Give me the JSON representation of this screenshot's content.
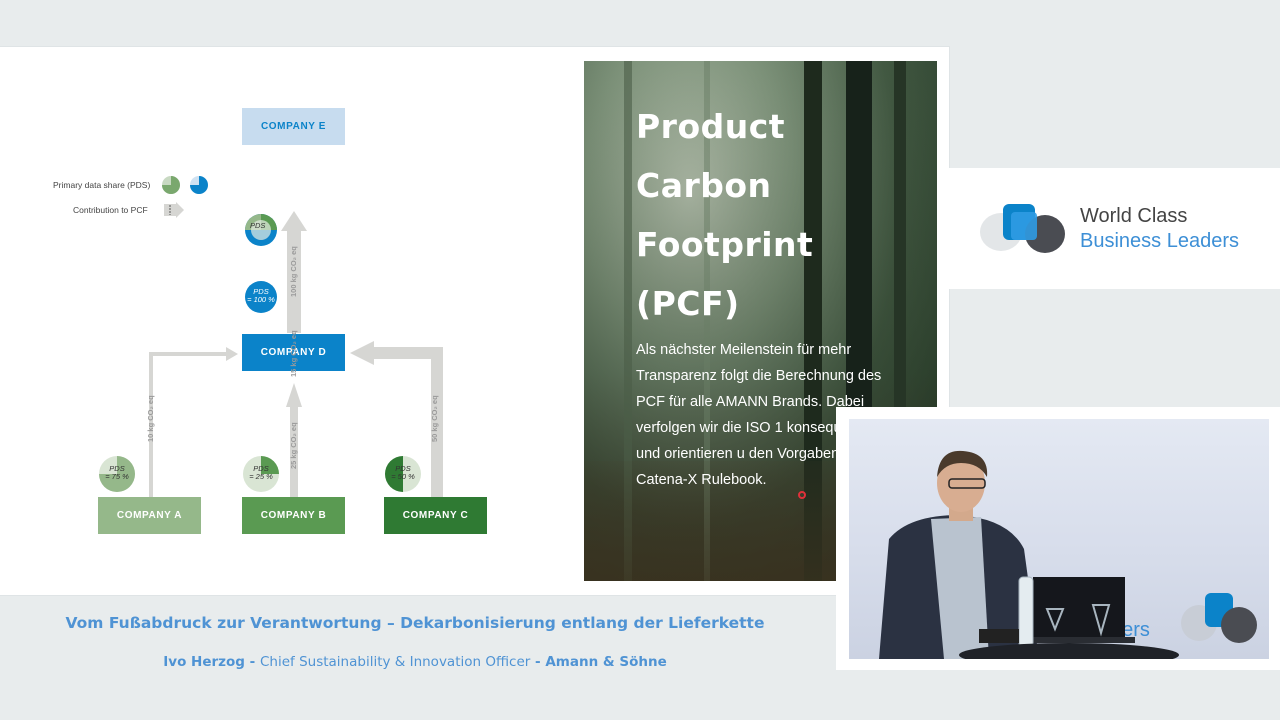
{
  "slide": {
    "legend": {
      "pds_label": "Primary data share (PDS)",
      "contribution_label": "Contribution to PCF"
    },
    "companies": {
      "e": "COMPANY E",
      "d": "COMPANY D",
      "a": "COMPANY A",
      "b": "COMPANY B",
      "c": "COMPANY C"
    },
    "pds": {
      "e_sub": "PDS",
      "d": "PDS",
      "d_value": "= 100 %",
      "a": "PDS",
      "a_value": "= 75 %",
      "b": "PDS",
      "b_value": "= 25 %",
      "c": "PDS",
      "c_value": "= 50 %"
    },
    "flows": {
      "top_right": "100 kg CO₂ eq",
      "top_left": "15 kg CO₂ eq",
      "a": "10 kg CO₂ eq",
      "b": "25 kg CO₂ eq",
      "c": "50 kg CO₂ eq"
    },
    "panel": {
      "title_lines": [
        "Product",
        "Carbon",
        "Footprint",
        "(PCF)"
      ],
      "body": "Als nächster Meilenstein für mehr Transparenz folgt die Berechnung des PCF für alle AMANN Brands. Dabei verfolgen wir die ISO 1 konsequent und orientieren u den Vorgaben des Catena-X Rulebook."
    }
  },
  "brand": {
    "line1": "World Class",
    "line2": "Business Leaders"
  },
  "camera": {
    "backdrop_text": "ders"
  },
  "footer": {
    "title": "Vom Fußabdruck zur Verantwortung – Dekarbonisierung entlang der Lieferkette",
    "speaker_name": "Ivo Herzog",
    "speaker_role": "Chief Sustainability & Innovation Officer",
    "company": "Amann & Söhne",
    "separator": " - "
  },
  "colors": {
    "company_e": "#c7dcef",
    "company_d": "#0b83c9",
    "company_a": "#95b88a",
    "company_b": "#5a9a52",
    "company_c": "#2f7a33",
    "arrow": "#d6d6d3",
    "accent": "#4f93d4"
  }
}
